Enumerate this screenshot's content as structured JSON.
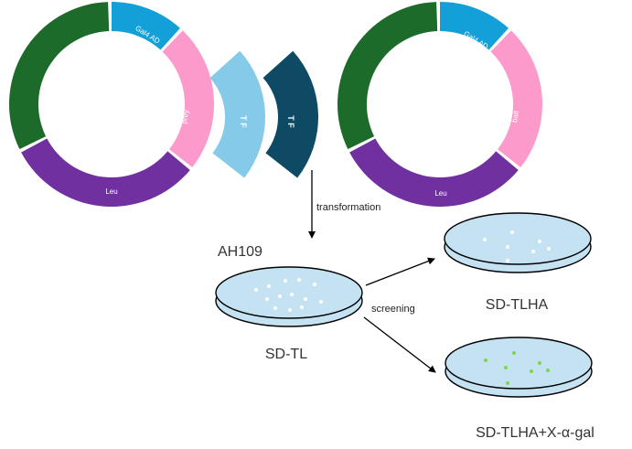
{
  "plasmid_left": {
    "segments": {
      "gal4ad": "Gal4 AD",
      "insert": "prey",
      "marker": "Leu"
    }
  },
  "plasmid_right": {
    "segments": {
      "gal4ad": "Gal4 AD",
      "insert": "bait",
      "marker": "Leu"
    }
  },
  "tf_fragments": {
    "light": "T F",
    "dark": "T F"
  },
  "steps": {
    "transformation": "transformation",
    "screening": "screening"
  },
  "strain": "AH109",
  "plates": {
    "source": "SD-TL",
    "selective": "SD-TLHA",
    "reporter": "SD-TLHA+X-α-gal"
  },
  "colors": {
    "green": "#1d6b2b",
    "blue": "#13a0d8",
    "pink": "#fc9acb",
    "purple": "#7030a0",
    "tf_light": "#85cbe9",
    "tf_dark": "#0f4a64",
    "plate_fill": "#c5e2f3",
    "colony_white": "#ffffff",
    "colony_green": "#7ed64a"
  }
}
